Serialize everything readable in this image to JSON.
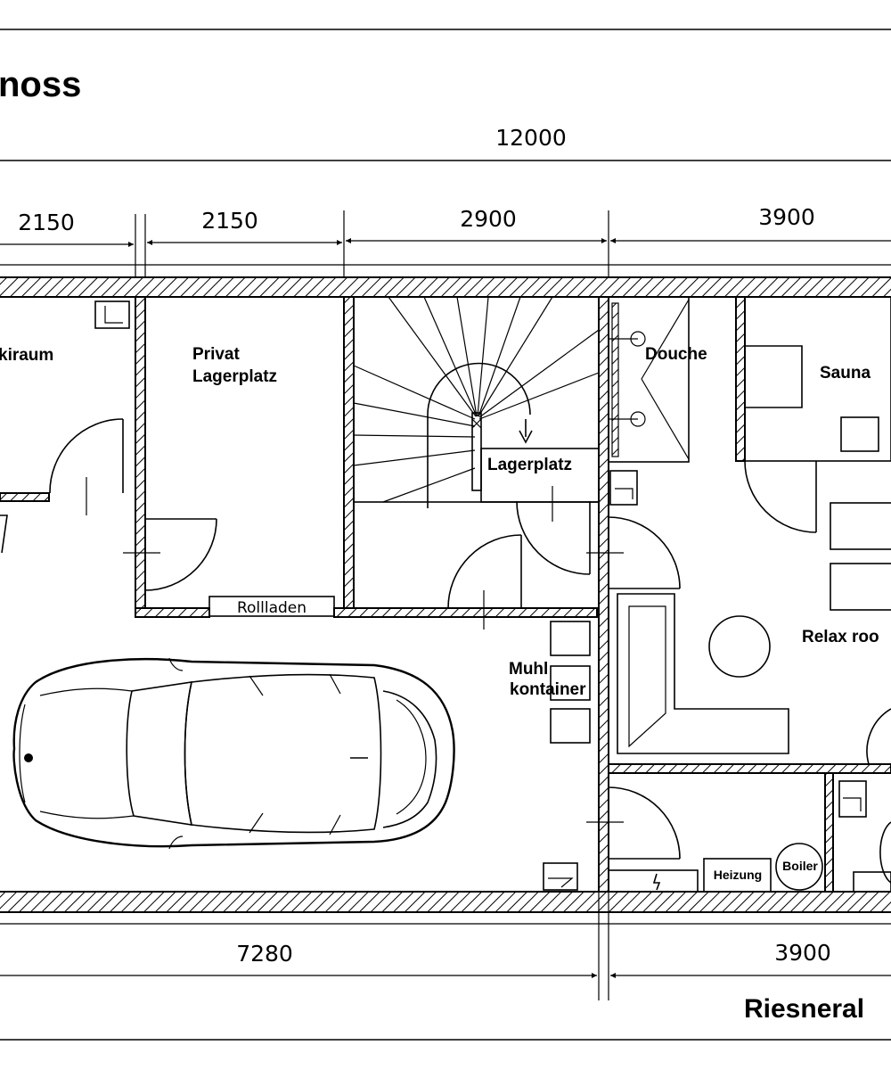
{
  "title": "noss",
  "dimensions": {
    "overall_width": "12000",
    "top_segments": [
      "2150",
      "2150",
      "2900",
      "3900"
    ],
    "bottom_segments": [
      "7280",
      "3900"
    ]
  },
  "rooms": {
    "skiraum": "kiraum",
    "privat_line1": "Privat",
    "privat_line2": "Lagerplatz",
    "douche": "Douche",
    "sauna": "Sauna",
    "lagerplatz": "Lagerplatz",
    "relax": "Relax roo",
    "muhl_line1": "Muhl",
    "muhl_line2": "kontainer",
    "heizung": "Heizung",
    "boiler": "Boiler"
  },
  "labels": {
    "rollladen": "Rollladen",
    "street": "Riesneral"
  }
}
